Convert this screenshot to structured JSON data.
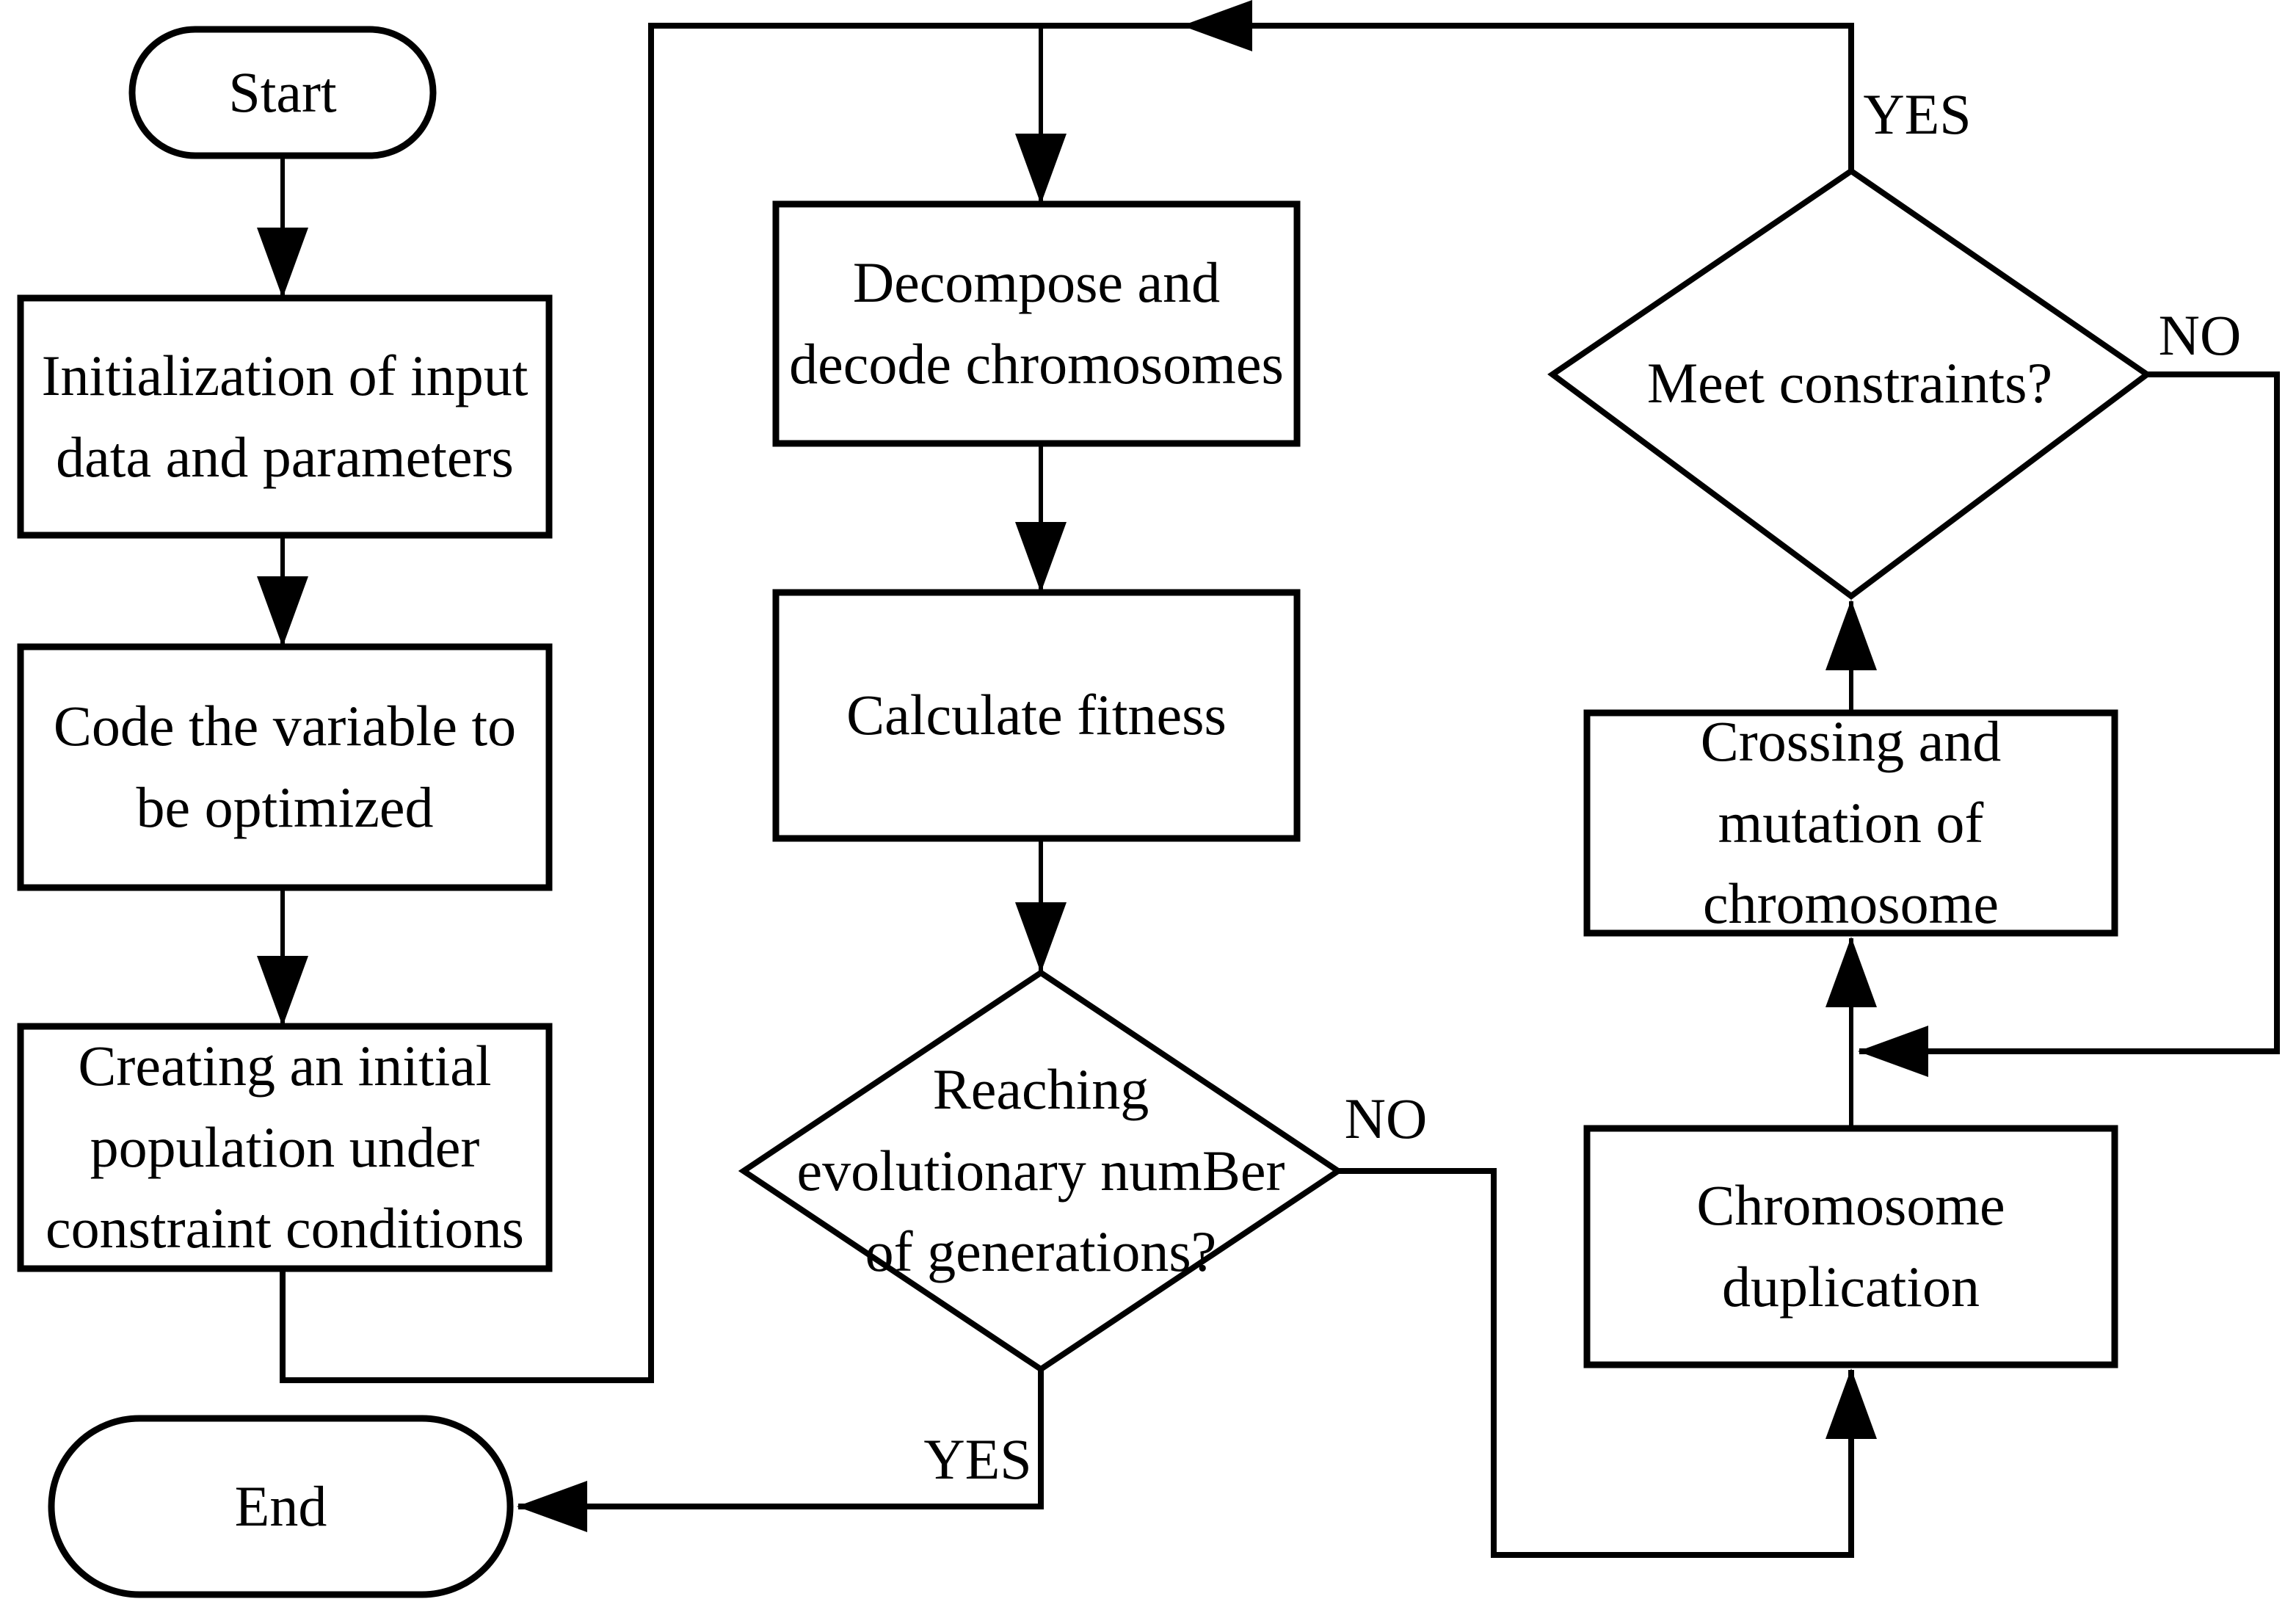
{
  "figure": {
    "type": "flowchart",
    "background_color": "#ffffff",
    "stroke_color": "#000000"
  },
  "nodes": {
    "start": {
      "shape": "terminator",
      "label": "Start"
    },
    "init": {
      "shape": "process",
      "lines": [
        "Initialization of input",
        "data and parameters"
      ]
    },
    "code": {
      "shape": "process",
      "lines": [
        "Code the variable to",
        "be optimized"
      ]
    },
    "create": {
      "shape": "process",
      "lines": [
        "Creating an initial",
        "population under",
        "constraint conditions"
      ]
    },
    "decompose": {
      "shape": "process",
      "lines": [
        "Decompose and",
        "decode chromosomes"
      ]
    },
    "fitness": {
      "shape": "process",
      "lines": [
        "Calculate fitness"
      ]
    },
    "reaching": {
      "shape": "decision",
      "lines": [
        "Reaching",
        "evolutionary numBer",
        "of generations?"
      ]
    },
    "meet": {
      "shape": "decision",
      "lines": [
        "Meet constraints?"
      ]
    },
    "crossing": {
      "shape": "process",
      "lines": [
        "Crossing and",
        "mutation of",
        "chromosome"
      ]
    },
    "duplication": {
      "shape": "process",
      "lines": [
        "Chromosome",
        "duplication"
      ]
    },
    "end": {
      "shape": "terminator",
      "label": "End"
    }
  },
  "edge_labels": {
    "reaching_yes": "YES",
    "reaching_no": "NO",
    "meet_yes": "YES",
    "meet_no": "NO"
  }
}
